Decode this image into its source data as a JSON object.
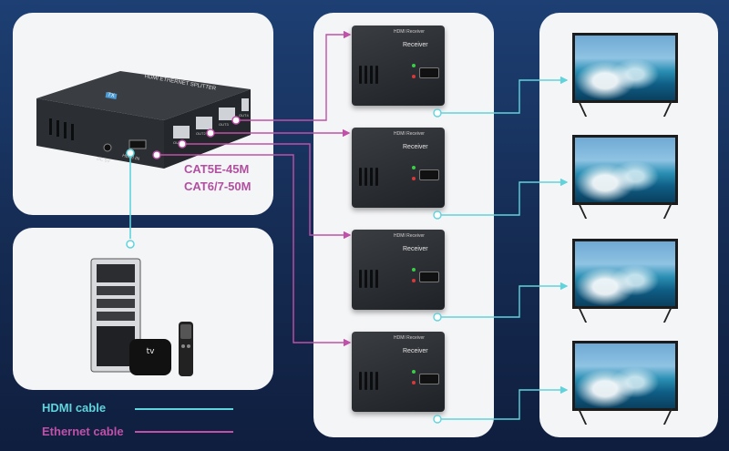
{
  "splitter": {
    "top_label": "HDMI ETHERNET SPLITTER",
    "tx_badge": "TX",
    "dc_label": "DC 5V",
    "hdmi_in_label": "HDMI IN",
    "port_labels": [
      "OUT1",
      "OUT2",
      "OUT3",
      "OUT4"
    ]
  },
  "cable_specs": [
    "CAT5E-45M",
    "CAT6/7-50M"
  ],
  "receiver": {
    "top_label": "HDMI Receiver",
    "side_label": "Receiver",
    "count": 4
  },
  "legend": {
    "hdmi_label": "HDMI cable",
    "ethernet_label": "Ethernet cable"
  },
  "colors": {
    "hdmi": "#5fd4dc",
    "ethernet": "#c050a8",
    "background": "#1a3566",
    "panel": "#f4f5f7"
  },
  "source_devices": [
    "tower-pc-icon",
    "tv-box-icon",
    "remote-icon"
  ],
  "displays": [
    "tv-1",
    "tv-2",
    "tv-3",
    "tv-4"
  ]
}
